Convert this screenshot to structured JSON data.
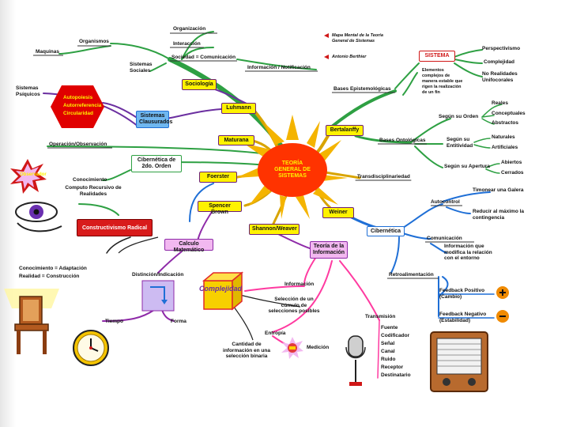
{
  "colors": {
    "center_fill": "#ff3300",
    "center_ray": "#f4b400",
    "green_branch": "#2ea043",
    "blue_branch": "#1f6fd6",
    "purple_branch": "#8e2aa8",
    "red_branch": "#d01717",
    "orange_branch": "#f08a00",
    "yellow_box": "#fff200",
    "red_box": "#d81b1b",
    "pink_box": "#f2b8f0",
    "cube": "#f7d000"
  },
  "icons": [
    "eye-icon",
    "chair-icon",
    "clock-icon",
    "cube-icon",
    "microphone-icon",
    "radio-icon",
    "plus-icon",
    "minus-icon",
    "observer-burst-icon",
    "signal-burst-icon"
  ],
  "center": {
    "label": "TEORÍA GENERAL DE SISTEMAS"
  },
  "legend": {
    "items": [
      {
        "text": "Mapa Mental de la Teoría General de Sistemas"
      },
      {
        "text": "Antonio Berthier"
      }
    ]
  },
  "nodes": {
    "organizacion": "Organización",
    "interaccion": "Interacción",
    "sociedad": "Sociedad = Comunicación",
    "organismos": "Organismos",
    "maquinas": "Maquinas",
    "sistemas_sociales": "Sistemas Sociales",
    "informacion_notificacion": "Información / Notificación",
    "sistemas_psiquicos": "Sistemas Psíquicos",
    "autopoiesis": "Autopoiesis",
    "autorreferencia": "Autorreferencia",
    "circularidad": "Circularidad",
    "sociologia": "Sociología",
    "luhmann": "Luhmann",
    "sistemas_clausurados": "Sistemas Clausurados",
    "maturana": "Maturana",
    "operacion_observacion": "Operación/Observación",
    "observador": "Observador",
    "cibernetica_2do": "Cibernética de 2do. Orden",
    "conocimiento": "Conocimiento",
    "computo": "Computo Recursivo de Realidades",
    "foerster": "Foerster",
    "spencer_brown": "Spencer Brown",
    "constructivismo": "Constructivismo Radical",
    "calculo": "Calculo Matemático",
    "conocimiento_adaptacion": "Conocimiento = Adaptación",
    "realidad_construccion": "Realidad = Construcción",
    "distincion": "Distinción/Indicación",
    "complejidad": "Complejidad",
    "tiempo": "Tiempo",
    "forma": "Forma",
    "shannon": "Shannon/Weaver",
    "teoria_informacion": "Teoría de la Información",
    "informacion": "Información",
    "seleccion": "Selección de un cúmulo de selecciones posibles",
    "entropia": "Entropía",
    "cantidad": "Cantidad de información en una selección binaria",
    "medicion": "Medición",
    "transmision": "Transmisión",
    "transmision_items": [
      "Fuente",
      "Codificador",
      "Señal",
      "Canal",
      "Ruido",
      "Receptor",
      "Destinatario"
    ],
    "wiener": "Weiner",
    "cibernetica": "Cibernética",
    "autocontrol": "Autocontrol",
    "timonear": "Timonear una Galera",
    "reducir": "Reducir al máximo la contingencia",
    "comunicacion": "Comunicación",
    "informacion_que": "Información que modifica la relación con el entorno",
    "retroalimentacion": "Retroalimentación",
    "feedback_pos": "Feedback Positivo (Cambio)",
    "feedback_neg": "Feedback Negativo (Estabilidad)",
    "transdisciplinariedad": "Transdisciplinariedad",
    "bertalanffy": "Bertalanffy",
    "bases_epistemologicas": "Bases Epistemológicas",
    "bases_ontologicas": "Bases Ontológicas",
    "sistema": "SISTEMA",
    "elementos": "Elementos complejos de manera estable que rigen la realización de un fin",
    "perspectivismo": "Perspectivismo",
    "complejidad_sis": "Complejidad",
    "no_realidades": "No Realidades Unifocorales",
    "segun_orden": "Según su Orden",
    "reales": "Reales",
    "conceptuales": "Conceptuales",
    "abstractos": "Abstractos",
    "segun_entitividad": "Según su Entitividad",
    "naturales": "Naturales",
    "artificiales": "Artificiales",
    "segun_apertura": "Según su Apertura",
    "abiertos": "Abiertos",
    "cerrados": "Cerrados"
  }
}
